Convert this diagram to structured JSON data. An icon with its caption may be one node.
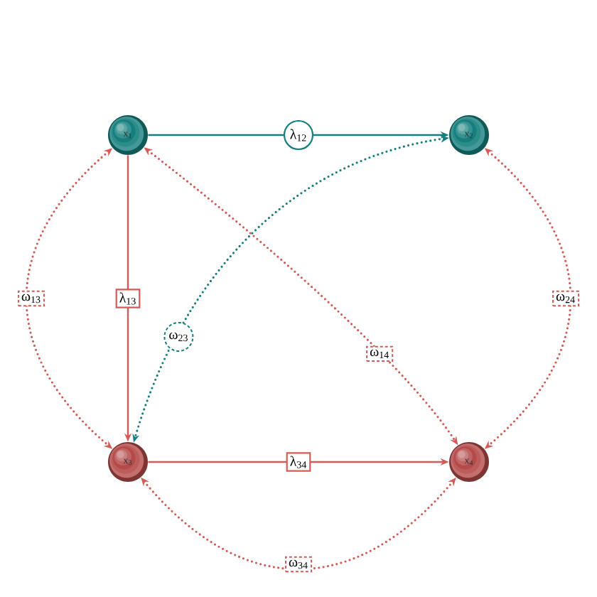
{
  "diagram": {
    "nodes": [
      {
        "text": [
          "x$_{1}$"
        ]
      },
      {
        "text": [
          "x$_{2}$"
        ]
      },
      {
        "text": [
          "x$_{3}$"
        ]
      },
      {
        "text": [
          "x$_{4}$"
        ]
      }
    ],
    "edges": [
      {
        "from": 0,
        "to": 1,
        "arrow": "to",
        "label": "λ$_{12}$",
        "color": "#11807e"
      },
      {
        "from": 0,
        "to": 2,
        "arrow": "to",
        "label": "λ$_{13}$"
      },
      {
        "from": 2,
        "to": 3,
        "arrow": "to",
        "label": "λ$_{34}$"
      },
      {
        "from": 1,
        "to": 2,
        "arrow": "both",
        "label": "ω$_{23}$",
        "style": "dashed",
        "color": "#11807e"
      },
      {
        "from": 0,
        "to": 2,
        "arrow": "both",
        "label": "ω$_{13}$",
        "style": "dashed"
      },
      {
        "from": 0,
        "to": 3,
        "arrow": "both",
        "label": "ω$_{14}$",
        "style": "dashed"
      },
      {
        "from": 1,
        "to": 3,
        "arrow": "both",
        "label": "ω$_{24}$",
        "style": "dashed"
      },
      {
        "from": 2,
        "to": 3,
        "arrow": "both",
        "label": "ω$_{34}$",
        "style": "dashed"
      }
    ]
  }
}
